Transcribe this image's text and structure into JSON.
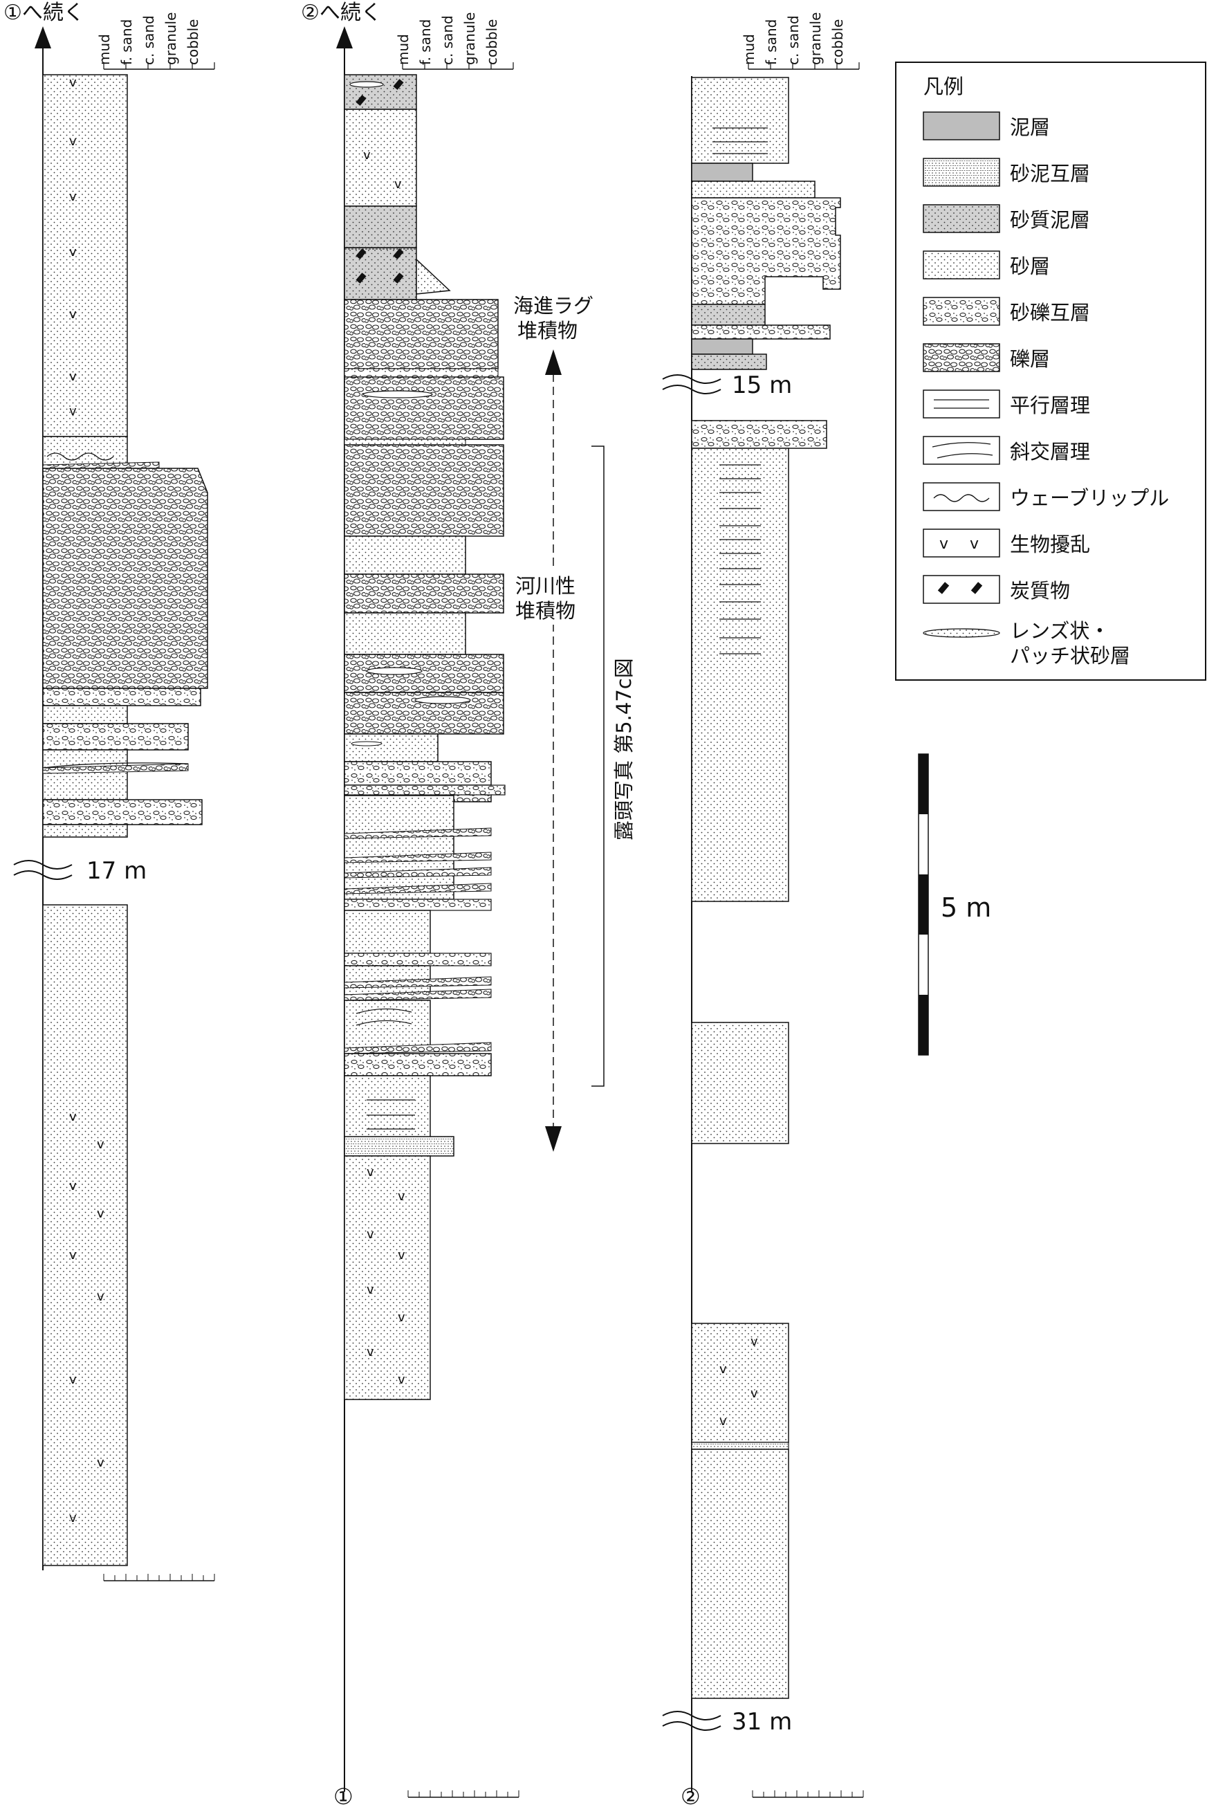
{
  "grain_sizes": [
    "mud",
    "f. sand",
    "c. sand",
    "granule",
    "cobble"
  ],
  "columns": [
    {
      "top_label": "①へ続く",
      "break_label": "17 m",
      "bottom_label": ""
    },
    {
      "top_label": "②へ続く",
      "break_label": "",
      "bottom_label": "①"
    },
    {
      "top_label": "",
      "break_label": "15 m",
      "break_label_2": "31 m",
      "bottom_label": "②"
    }
  ],
  "annotations": {
    "transgressive_lag": [
      "海進ラグ",
      "堆積物"
    ],
    "fluvial": [
      "河川性",
      "堆積物"
    ],
    "photo_ref": "露頭写真 第5.47c図"
  },
  "legend": {
    "title": "凡例",
    "items": [
      {
        "key": "mud",
        "label": "泥層"
      },
      {
        "key": "sandmud",
        "label": "砂泥互層"
      },
      {
        "key": "sandymud",
        "label": "砂質泥層"
      },
      {
        "key": "sand",
        "label": "砂層"
      },
      {
        "key": "sandgravel",
        "label": "砂礫互層"
      },
      {
        "key": "gravel",
        "label": "礫層"
      },
      {
        "key": "parallel",
        "label": "平行層理"
      },
      {
        "key": "cross",
        "label": "斜交層理"
      },
      {
        "key": "wave",
        "label": "ウェーブリップル"
      },
      {
        "key": "bioturb",
        "label": "生物擾乱"
      },
      {
        "key": "carbon",
        "label": "炭質物"
      },
      {
        "key": "lens",
        "label": "レンズ状・",
        "label2": "パッチ状砂層"
      }
    ]
  },
  "scale_bar": {
    "label": "5 m"
  },
  "colors": {
    "ink": "#111111",
    "mud_fill": "#bdbdbd",
    "sandymud_fill": "#d4d4d4"
  }
}
